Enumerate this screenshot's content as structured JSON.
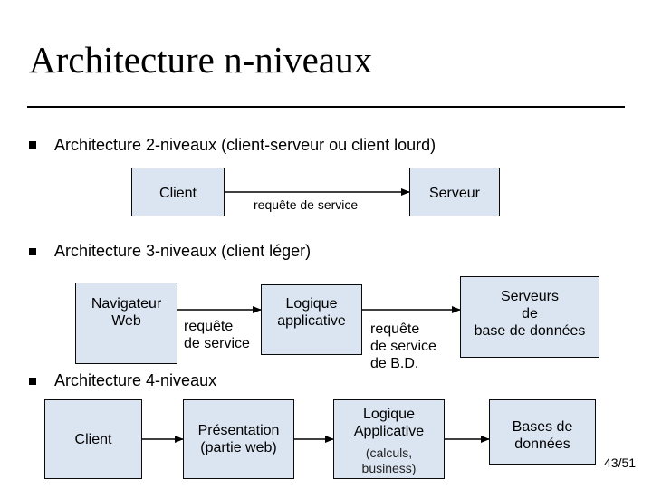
{
  "title": "Architecture n-niveaux",
  "sections": {
    "two_tier": {
      "heading": "Architecture 2-niveaux (client-serveur ou client lourd)",
      "client": "Client",
      "server": "Serveur",
      "request": "requête de service"
    },
    "three_tier": {
      "heading": "Architecture 3-niveaux (client léger)",
      "browser": "Navigateur\nWeb",
      "request1": "requête\nde service",
      "app_logic": "Logique\napplicative",
      "request2": "requête\nde service\nde B.D.",
      "db_servers": "Serveurs\nde\nbase de données"
    },
    "four_tier": {
      "heading": "Architecture 4-niveaux",
      "client": "Client",
      "presentation": "Présentation\n(partie web)",
      "app_logic": "Logique\nApplicative",
      "app_logic_detail": "(calculs,\nbusiness)",
      "databases": "Bases de\ndonnées"
    }
  },
  "page_number": "43/51",
  "colors": {
    "box_fill": "#dbe5f1",
    "box_border": "#0a0a0a",
    "bullet": "#000000"
  }
}
